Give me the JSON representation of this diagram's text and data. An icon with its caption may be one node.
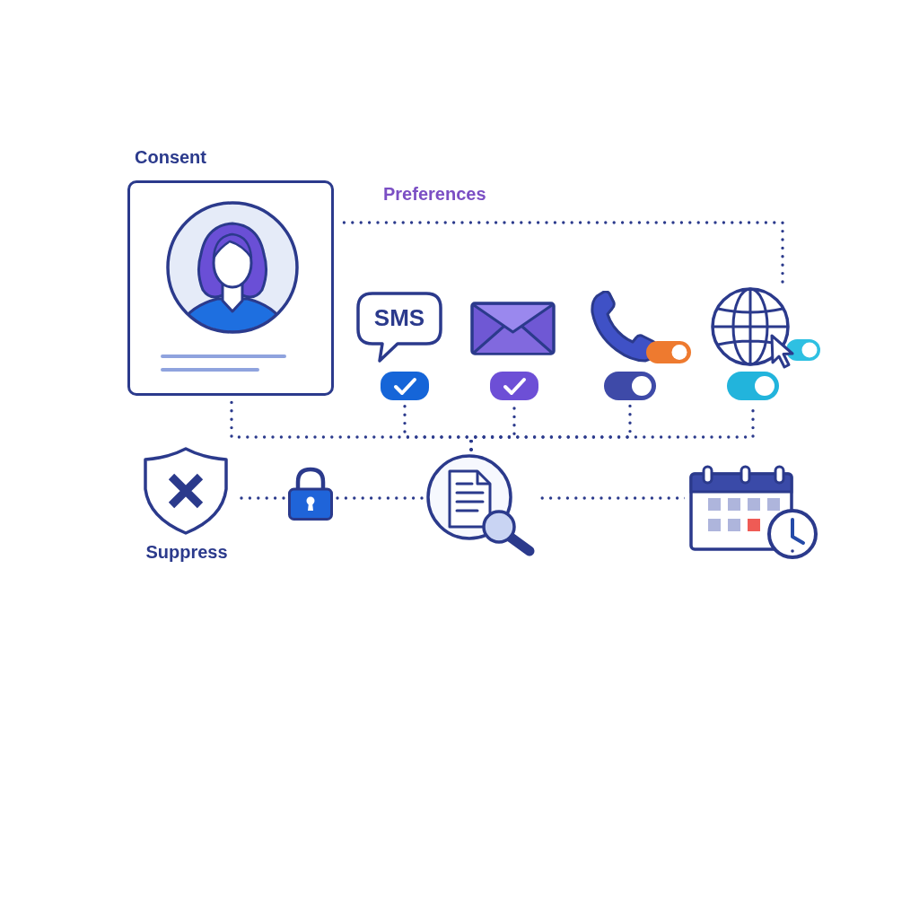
{
  "diagram": {
    "nodes": [
      {
        "text": [
          "Consent"
        ]
      },
      {
        "text": [
          "SMS"
        ]
      },
      {
        "text": [],
        "shape": "picture"
      },
      {
        "text": [],
        "shape": "picture"
      },
      {
        "text": [],
        "shape": "picture"
      },
      {
        "text": [],
        "shape": "checkbox"
      },
      {
        "text": [],
        "shape": "checkbox"
      },
      {
        "text": [],
        "shape": "toggle"
      },
      {
        "text": [],
        "shape": "toggle"
      },
      {
        "text": [
          "Suppress"
        ]
      },
      {
        "text": [],
        "shape": "picture"
      },
      {
        "text": [],
        "shape": "picture"
      },
      {
        "text": [],
        "shape": "picture"
      }
    ],
    "edges": [
      {
        "from": 0,
        "to": 4,
        "arrow": "none"
      },
      {
        "from": 0,
        "to": 11,
        "arrow": "none"
      },
      {
        "from": 5,
        "to": 11,
        "arrow": "none"
      },
      {
        "from": 6,
        "to": 11,
        "arrow": "none"
      },
      {
        "from": 7,
        "to": 11,
        "arrow": "none"
      },
      {
        "from": 8,
        "to": 11,
        "arrow": "none"
      },
      {
        "from": 9,
        "to": 10,
        "arrow": "none"
      },
      {
        "from": 10,
        "to": 11,
        "arrow": "none"
      },
      {
        "from": 11,
        "to": 12,
        "arrow": "none"
      }
    ],
    "labels": [
      "Preferences"
    ]
  }
}
